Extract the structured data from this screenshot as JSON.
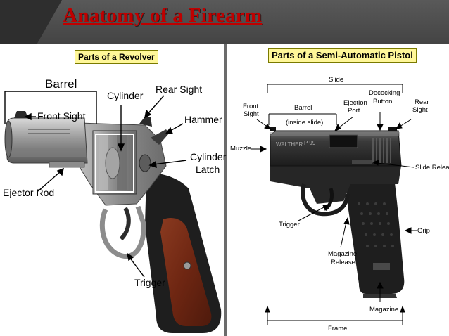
{
  "slide": {
    "title": "Anatomy of a Firearm"
  },
  "revolver": {
    "title": "Parts of a Revolver",
    "labels": {
      "barrel": "Barrel",
      "front_sight": "Front Sight",
      "cylinder": "Cylinder",
      "rear_sight": "Rear Sight",
      "hammer": "Hammer",
      "cylinder_latch_1": "Cylinder",
      "cylinder_latch_2": "Latch",
      "ejector_rod": "Ejector Rod",
      "trigger": "Trigger"
    }
  },
  "pistol": {
    "title": "Parts of a Semi-Automatic Pistol",
    "labels": {
      "slide": "Slide",
      "front_sight_1": "Front",
      "front_sight_2": "Sight",
      "barrel": "Barrel",
      "barrel_note": "(inside slide)",
      "ejection_port_1": "Ejection",
      "ejection_port_2": "Port",
      "decocking_button_1": "Decocking",
      "decocking_button_2": "Button",
      "rear_sight_1": "Rear",
      "rear_sight_2": "Sight",
      "muzzle": "Muzzle",
      "slide_release": "Slide Release",
      "trigger": "Trigger",
      "grip": "Grip",
      "magazine_release_1": "Magazine",
      "magazine_release_2": "Release",
      "magazine": "Magazine",
      "frame": "Frame"
    }
  }
}
